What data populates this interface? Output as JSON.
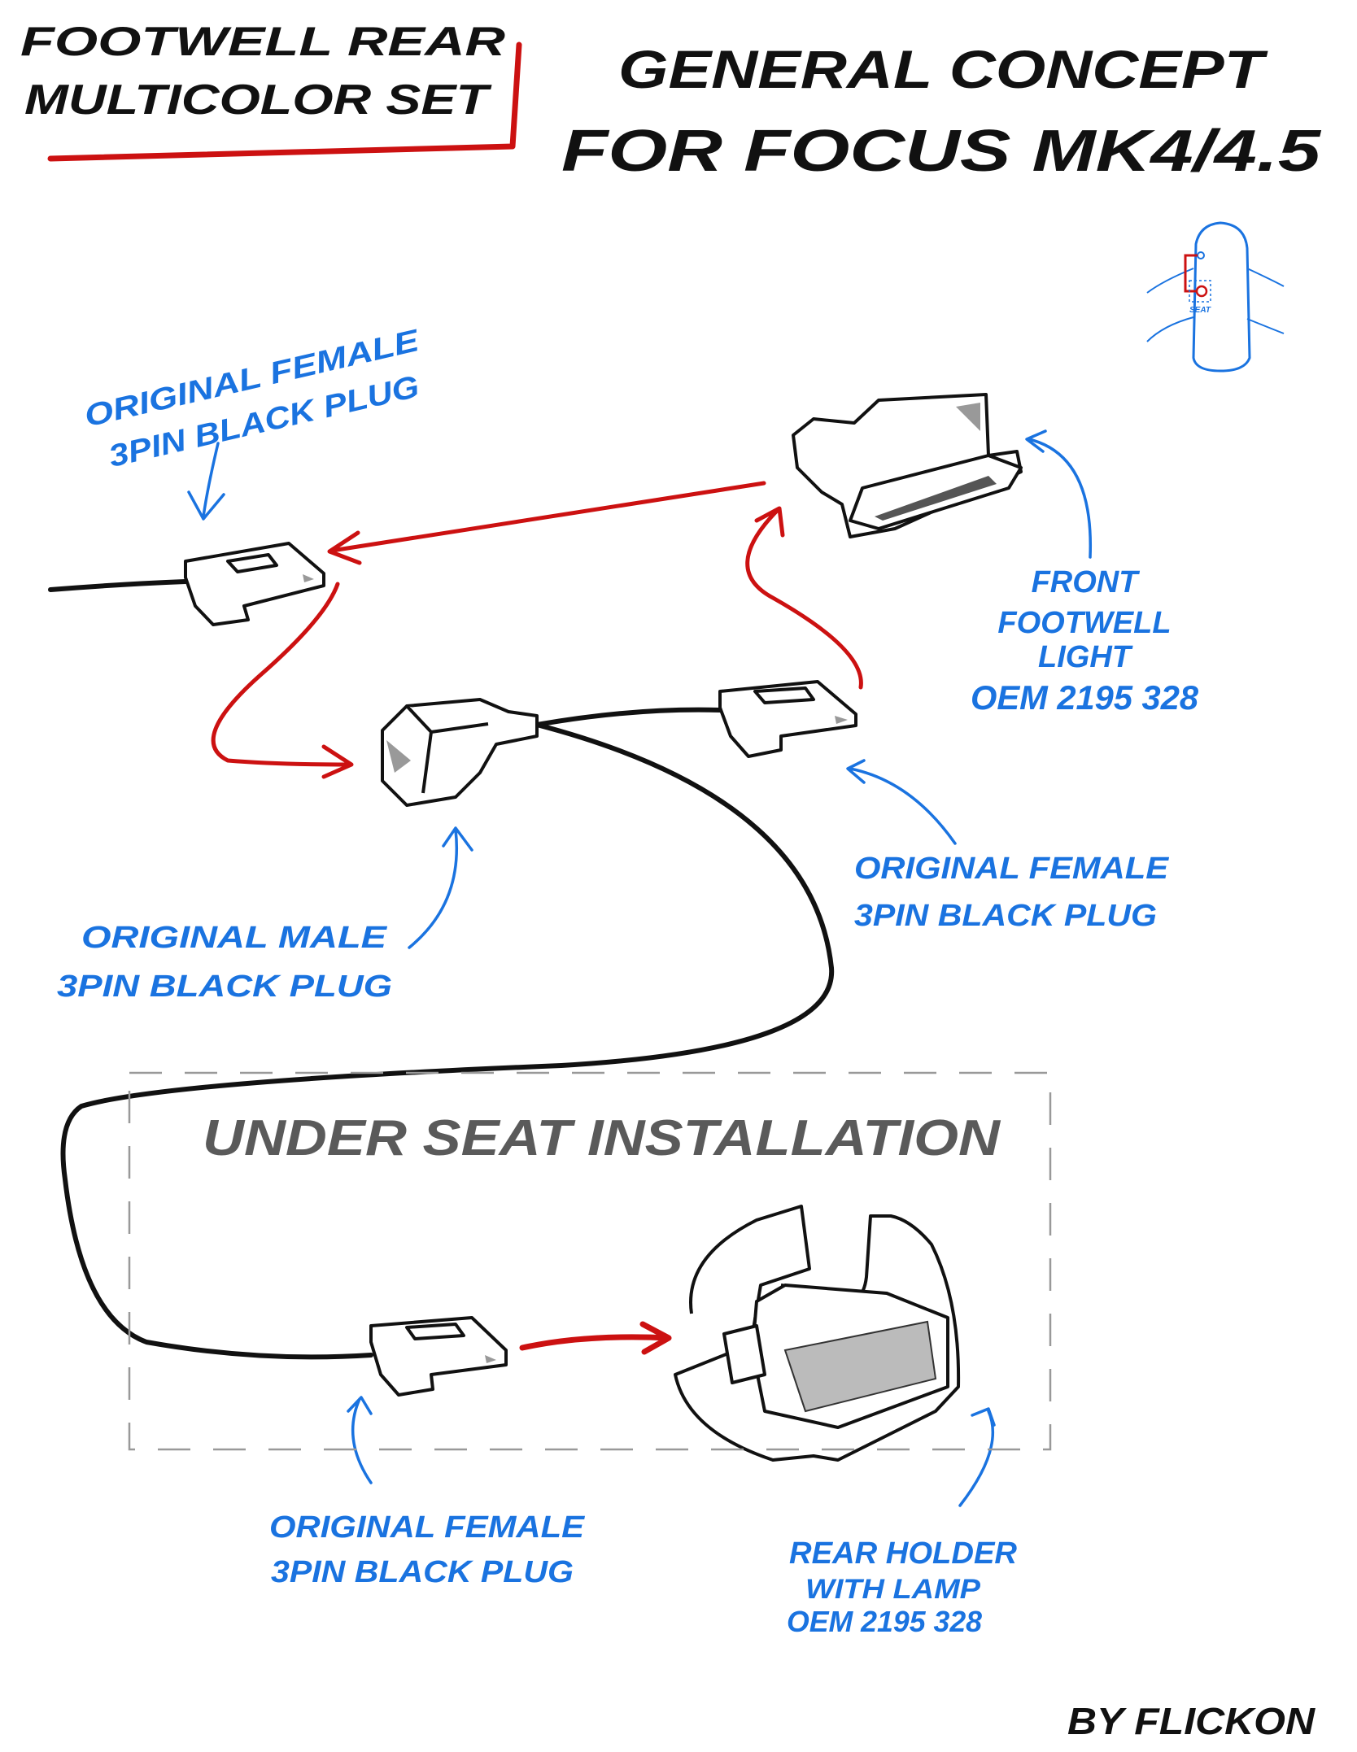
{
  "title_box": {
    "line1": "FOOTWELL REAR",
    "line2": "MULTICOLOR SET"
  },
  "heading": {
    "line1": "GENERAL CONCEPT",
    "line2": "FOR FOCUS MK4/4.5"
  },
  "seat_icon": {
    "label": "SEAT"
  },
  "labels": {
    "top_female": {
      "line1": "ORIGINAL FEMALE",
      "line2": "3PIN BLACK PLUG"
    },
    "front_light": {
      "line1": "FRONT",
      "line2": "FOOTWELL",
      "line3": "LIGHT",
      "line4": "OEM 2195 328"
    },
    "mid_female": {
      "line1": "ORIGINAL FEMALE",
      "line2": "3PIN BLACK PLUG"
    },
    "male": {
      "line1": "ORIGINAL MALE",
      "line2": "3PIN BLACK PLUG"
    },
    "under_seat": "UNDER SEAT INSTALLATION",
    "bottom_female": {
      "line1": "ORIGINAL FEMALE",
      "line2": "3PIN BLACK PLUG"
    },
    "rear_holder": {
      "line1": "REAR HOLDER",
      "line2": "WITH LAMP",
      "line3": "OEM 2195 328"
    }
  },
  "signature": "BY FLICKON",
  "colors": {
    "ink": "#111111",
    "annotation": "#1a73e0",
    "accent": "#cc1111",
    "section": "#5a5a5a"
  }
}
